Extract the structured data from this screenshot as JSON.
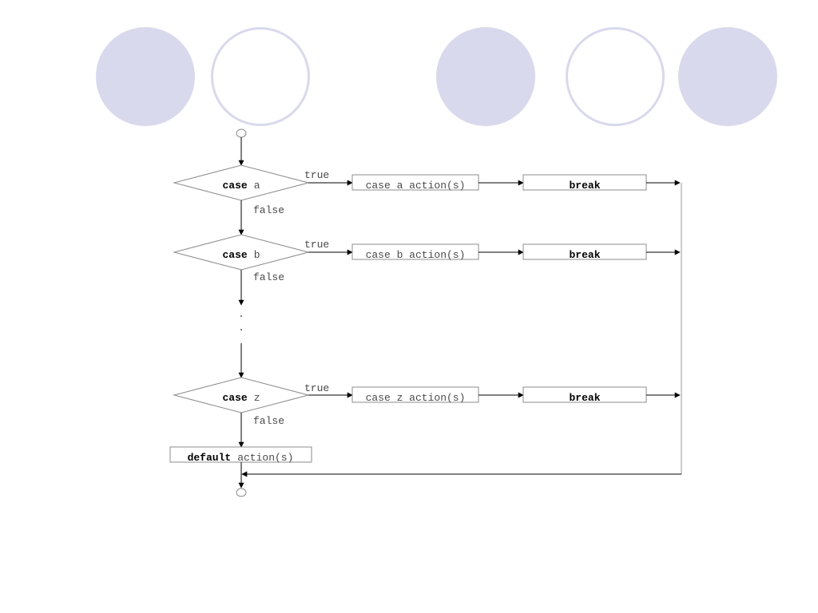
{
  "decoration": {
    "circle_color": "#d9d9ed"
  },
  "flowchart": {
    "cases": [
      {
        "keyword": "case",
        "label": "a",
        "branch_true": "true",
        "branch_false": "false",
        "action": "case a action(s)",
        "break_label": "break"
      },
      {
        "keyword": "case",
        "label": "b",
        "branch_true": "true",
        "branch_false": "false",
        "action": "case b action(s)",
        "break_label": "break"
      },
      {
        "keyword": "case",
        "label": "z",
        "branch_true": "true",
        "branch_false": "false",
        "action": "case z action(s)",
        "break_label": "break"
      }
    ],
    "ellipsis": [
      ".",
      "."
    ],
    "default": {
      "keyword": "default",
      "text": "action(s)"
    },
    "colors": {
      "line": "#000000",
      "shape_stroke": "#8c8c8c",
      "merge_line": "#9a9a9a"
    }
  }
}
